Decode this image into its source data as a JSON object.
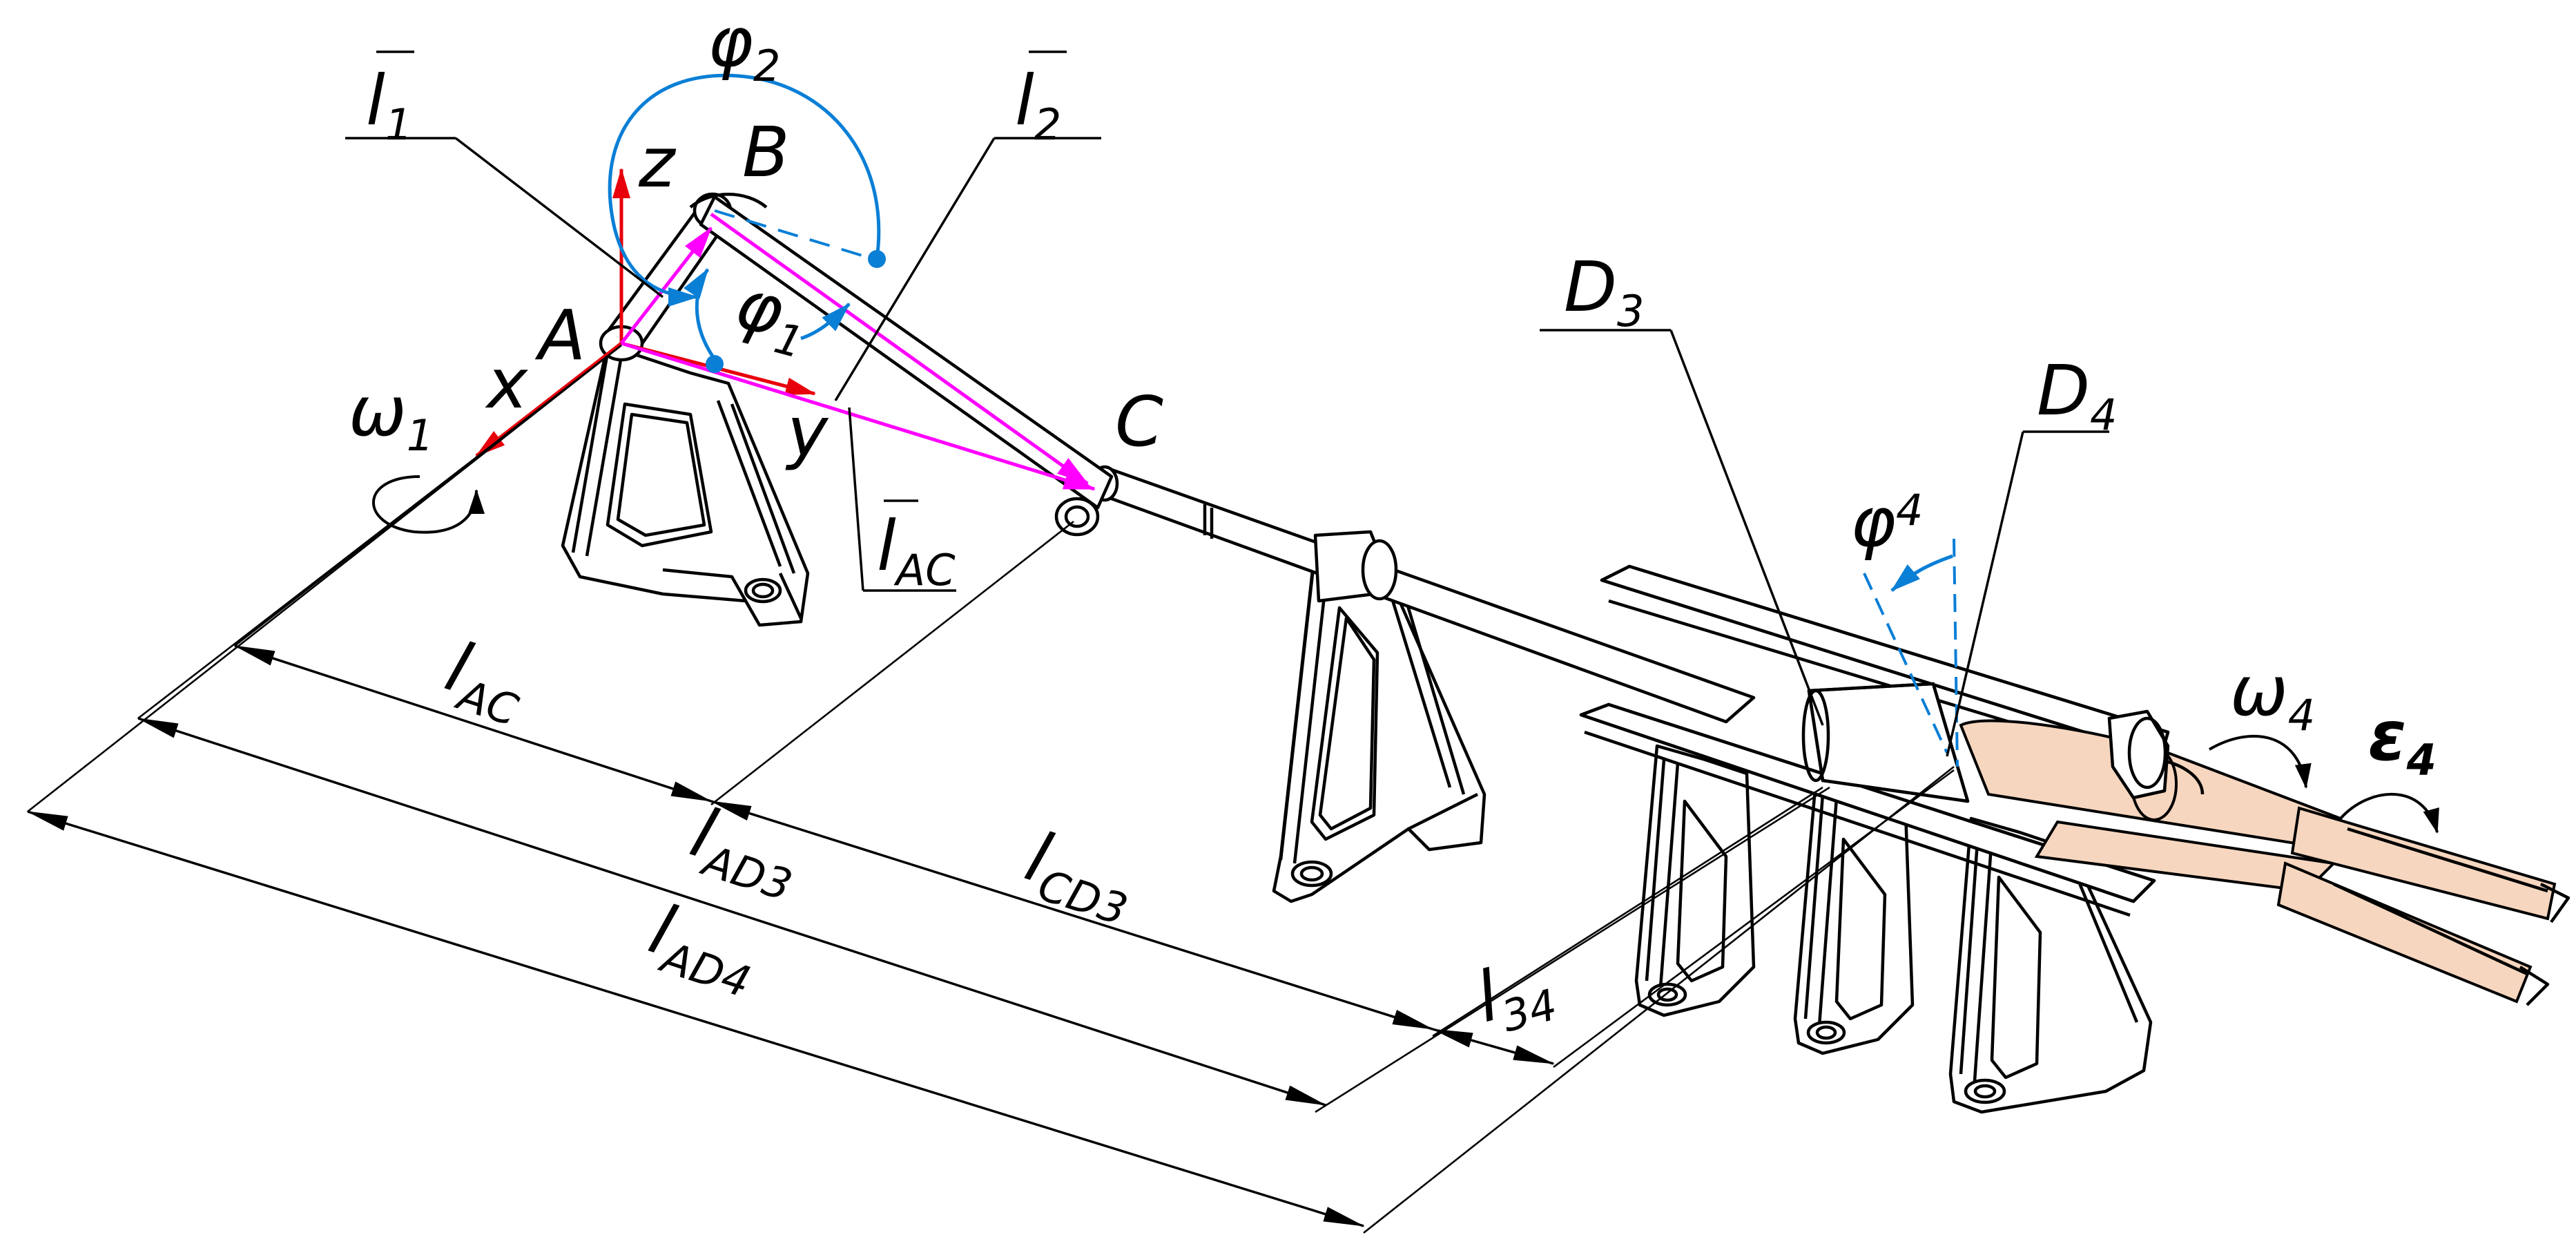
{
  "labels": {
    "l1": {
      "main": "l",
      "sub": "1"
    },
    "l2": {
      "main": "l",
      "sub": "2"
    },
    "lAC_vec": {
      "main": "l",
      "sub": "AC"
    },
    "phi2": {
      "main": "φ",
      "sub": "2"
    },
    "phi1": {
      "main": "φ",
      "sub": "1"
    },
    "phi4": {
      "main": "φ",
      "sub": "4"
    },
    "omega1": {
      "main": "ω",
      "sub": "1"
    },
    "omega4": {
      "main": "ω",
      "sub": "4"
    },
    "eps4": {
      "main": "ε",
      "sub": "4"
    },
    "D3": {
      "main": "D",
      "sub": "3"
    },
    "D4": {
      "main": "D",
      "sub": "4"
    },
    "A": "A",
    "B": "B",
    "C": "C",
    "x": "x",
    "y": "y",
    "z": "z",
    "dim_lAC": {
      "main": "l",
      "sub": "AC"
    },
    "dim_lCD3": {
      "main": "l",
      "sub": "CD3"
    },
    "dim_lAD3": {
      "main": "l",
      "sub": "AD3"
    },
    "dim_lAD4": {
      "main": "l",
      "sub": "AD4"
    },
    "dim_l34": {
      "main": "l",
      "sub": "34"
    }
  },
  "colors": {
    "axis": "#e8000b",
    "vector": "#ff00ff",
    "angle": "#0a7fd6",
    "tool": "#f6d6bf",
    "line": "#000000"
  }
}
